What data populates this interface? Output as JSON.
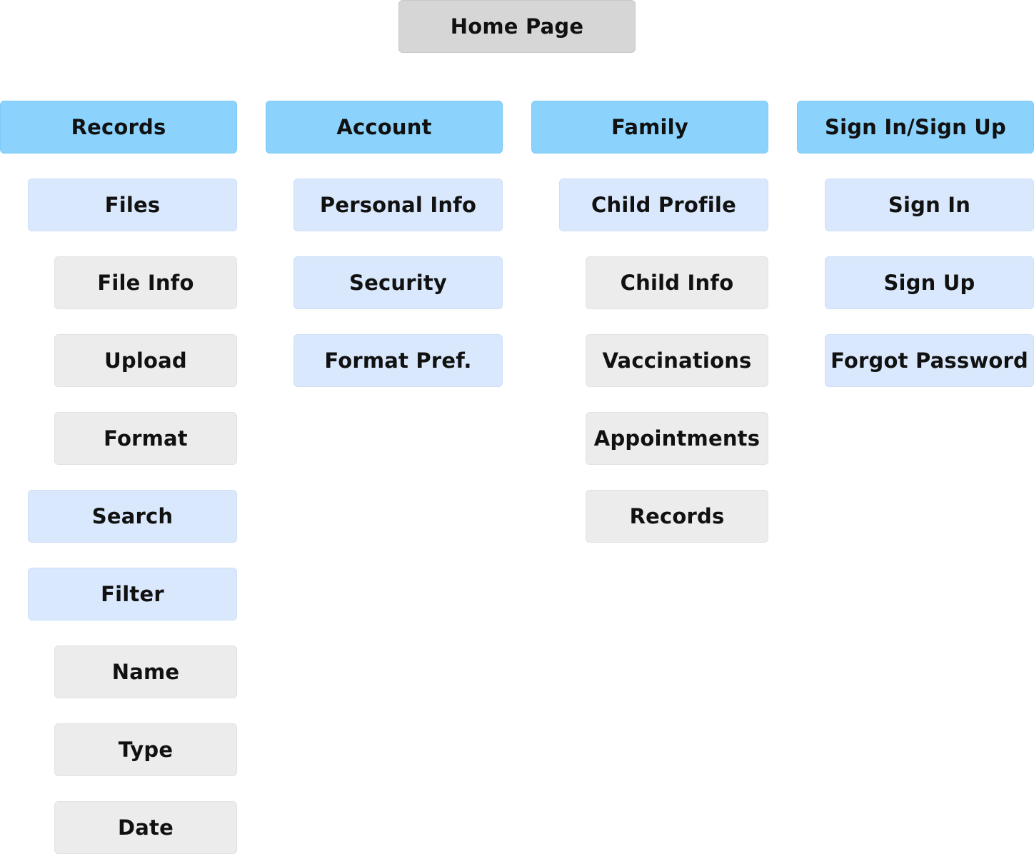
{
  "root": {
    "label": "Home Page"
  },
  "sections": [
    {
      "label": "Records",
      "items": [
        {
          "label": "Files",
          "level": 1
        },
        {
          "label": "File Info",
          "level": 2
        },
        {
          "label": "Upload",
          "level": 2
        },
        {
          "label": "Format",
          "level": 2
        },
        {
          "label": "Search",
          "level": 1
        },
        {
          "label": "Filter",
          "level": 1
        },
        {
          "label": "Name",
          "level": 2
        },
        {
          "label": "Type",
          "level": 2
        },
        {
          "label": "Date",
          "level": 2
        }
      ]
    },
    {
      "label": "Account",
      "items": [
        {
          "label": "Personal Info",
          "level": 1
        },
        {
          "label": "Security",
          "level": 1
        },
        {
          "label": "Format Pref.",
          "level": 1
        }
      ]
    },
    {
      "label": "Family",
      "items": [
        {
          "label": "Child Profile",
          "level": 1
        },
        {
          "label": "Child Info",
          "level": 2
        },
        {
          "label": "Vaccinations",
          "level": 2
        },
        {
          "label": "Appointments",
          "level": 2
        },
        {
          "label": "Records",
          "level": 2
        }
      ]
    },
    {
      "label": "Sign In/Sign Up",
      "items": [
        {
          "label": "Sign In",
          "level": 1
        },
        {
          "label": "Sign Up",
          "level": 1
        },
        {
          "label": "Forgot Password",
          "level": 1
        }
      ]
    }
  ],
  "colors": {
    "root": "#d6d6d6",
    "section": "#8bd3fd",
    "page": "#d9e8fc",
    "subpage": "#ececec"
  }
}
